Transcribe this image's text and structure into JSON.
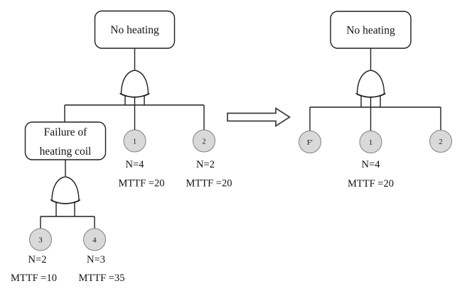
{
  "left_tree": {
    "top_event": "No heating",
    "gate_type": "or-gate",
    "intermediate_event": {
      "line1": "Failure of",
      "line2": "heating coil",
      "gate_type": "or-gate"
    },
    "events": {
      "e1": {
        "id": "1",
        "n": "N=4",
        "mttf": "MTTF =20"
      },
      "e2": {
        "id": "2",
        "n": "N=2",
        "mttf": "MTTF =20"
      },
      "e3": {
        "id": "3",
        "n": "N=2",
        "mttf": "MTTF =10"
      },
      "e4": {
        "id": "4",
        "n": "N=3",
        "mttf": "MTTF =35"
      }
    }
  },
  "right_tree": {
    "top_event": "No heating",
    "gate_type": "or-gate",
    "events": {
      "f": {
        "id": "F′"
      },
      "e1": {
        "id": "1",
        "n": "N=4",
        "mttf": "MTTF =20"
      },
      "e2": {
        "id": "2"
      }
    }
  },
  "colors": {
    "line": "#1e1e1e",
    "event_fill": "#d9d9d9",
    "event_stroke": "#808080",
    "background": "#ffffff"
  }
}
